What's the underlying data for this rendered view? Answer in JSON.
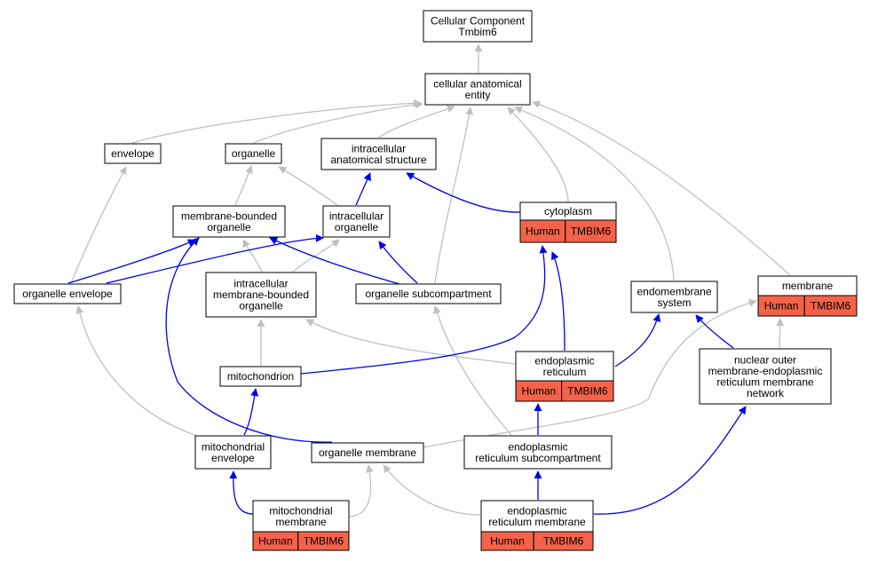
{
  "colors": {
    "grey_edge": "#c0c0c0",
    "blue_edge": "#0000ee",
    "annotation_fill": "#f4624a"
  },
  "nodes": [
    {
      "id": "root",
      "lines": [
        "Cellular Component",
        "Tmbim6"
      ]
    },
    {
      "id": "cae",
      "lines": [
        "cellular anatomical",
        "entity"
      ]
    },
    {
      "id": "envelope",
      "lines": [
        "envelope"
      ]
    },
    {
      "id": "organelle",
      "lines": [
        "organelle"
      ]
    },
    {
      "id": "ias",
      "lines": [
        "intracellular",
        "anatomical structure"
      ]
    },
    {
      "id": "mbo",
      "lines": [
        "membrane-bounded",
        "organelle"
      ]
    },
    {
      "id": "io",
      "lines": [
        "intracellular",
        "organelle"
      ]
    },
    {
      "id": "cytoplasm",
      "lines": [
        "cytoplasm"
      ],
      "cells": [
        "Human",
        "TMBIM6"
      ]
    },
    {
      "id": "oenv",
      "lines": [
        "organelle envelope"
      ]
    },
    {
      "id": "imbo",
      "lines": [
        "intracellular",
        "membrane-bounded",
        "organelle"
      ]
    },
    {
      "id": "osub",
      "lines": [
        "organelle subcompartment"
      ]
    },
    {
      "id": "endo",
      "lines": [
        "endomembrane",
        "system"
      ]
    },
    {
      "id": "membrane",
      "lines": [
        "membrane"
      ],
      "cells": [
        "Human",
        "TMBIM6"
      ]
    },
    {
      "id": "mito",
      "lines": [
        "mitochondrion"
      ]
    },
    {
      "id": "er",
      "lines": [
        "endoplasmic",
        "reticulum"
      ],
      "cells": [
        "Human",
        "TMBIM6"
      ]
    },
    {
      "id": "nuc",
      "lines": [
        "nuclear outer",
        "membrane-endoplasmic",
        "reticulum membrane",
        "network"
      ]
    },
    {
      "id": "menv",
      "lines": [
        "mitochondrial",
        "envelope"
      ]
    },
    {
      "id": "omem",
      "lines": [
        "organelle membrane"
      ]
    },
    {
      "id": "ersub",
      "lines": [
        "endoplasmic",
        "reticulum subcompartment"
      ]
    },
    {
      "id": "mmem",
      "lines": [
        "mitochondrial",
        "membrane"
      ],
      "cells": [
        "Human",
        "TMBIM6"
      ]
    },
    {
      "id": "ermem",
      "lines": [
        "endoplasmic",
        "reticulum membrane"
      ],
      "cells": [
        "Human",
        "TMBIM6"
      ]
    }
  ]
}
